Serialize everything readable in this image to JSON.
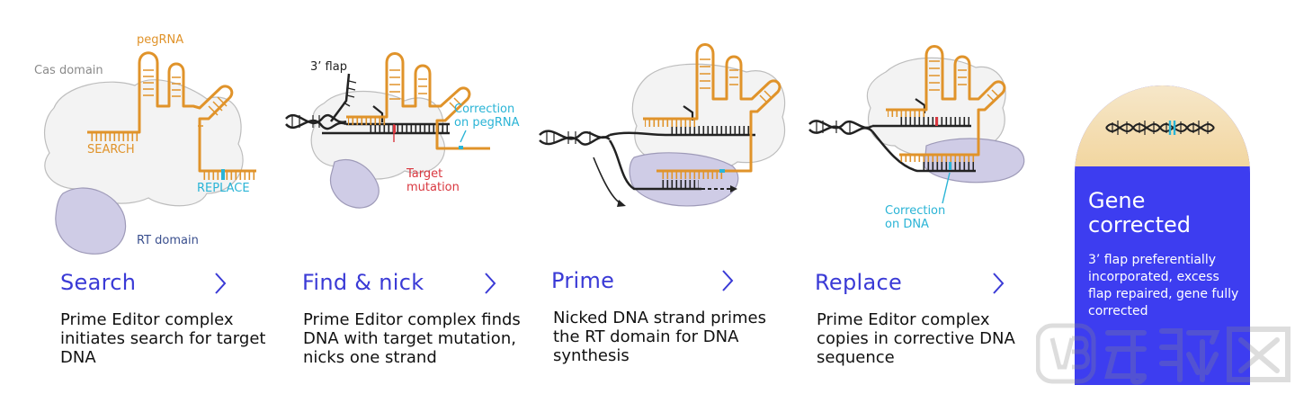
{
  "steps": [
    {
      "title": "Search",
      "description": "Prime Editor complex initiates search for target DNA",
      "labels": {
        "pegrna": "pegRNA",
        "cas_domain": "Cas domain",
        "search": "SEARCH",
        "replace": "REPLACE",
        "rt_domain": "RT domain"
      }
    },
    {
      "title": "Find & nick",
      "description": "Prime Editor complex finds DNA with target mutation, nicks one strand",
      "labels": {
        "flap": "3’ flap",
        "correction_pegrna": "Correction on pegRNA",
        "target_mutation": "Target mutation"
      }
    },
    {
      "title": "Prime",
      "description": "Nicked DNA strand primes the RT domain for DNA synthesis",
      "labels": {}
    },
    {
      "title": "Replace",
      "description": "Prime Editor complex copies in corrective DNA sequence",
      "labels": {
        "correction_dna": "Correction on DNA"
      }
    }
  ],
  "result": {
    "title": "Gene corrected",
    "description": "3’ flap preferentially incorporated, excess flap repaired, gene fully corrected"
  },
  "colors": {
    "accent": "#3d3df0",
    "title": "#3a3ad6",
    "rna": "#e0932a",
    "correction": "#2ab4d6",
    "mutation": "#d9373f",
    "rt_domain": "#cfcce6",
    "cas_domain": "#f3f3f3"
  },
  "icons": [
    "chevron-right-icon",
    "dna-helix-icon",
    "watermark-logo"
  ]
}
